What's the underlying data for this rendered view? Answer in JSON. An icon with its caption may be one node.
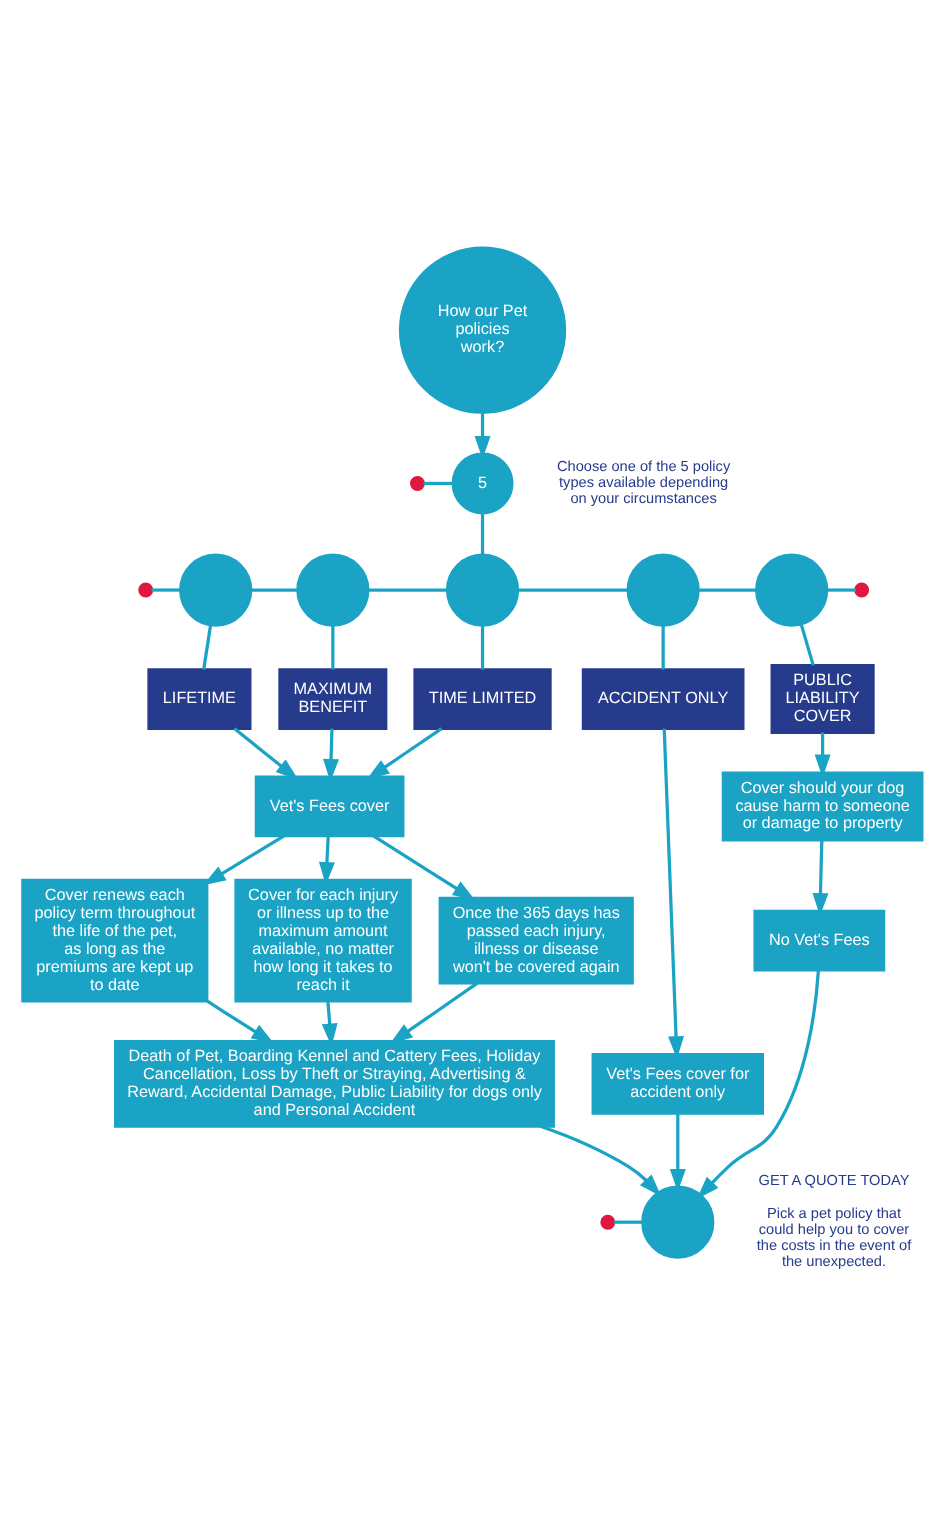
{
  "diagram": {
    "nodes": [
      {
        "text": [
          "How our Pet policies work?"
        ]
      },
      {
        "text": [
          "5"
        ],
        "beside": [
          "Choose one of the 5 policy types available depending on your circumstances"
        ]
      },
      {
        "text": [],
        "shape": "circle"
      },
      {
        "text": [],
        "shape": "circle"
      },
      {
        "text": [],
        "shape": "circle"
      },
      {
        "text": [],
        "shape": "circle"
      },
      {
        "text": [],
        "shape": "circle"
      },
      {
        "text": [
          "LIFETIME"
        ]
      },
      {
        "text": [
          "MAXIMUM BENEFIT"
        ]
      },
      {
        "text": [
          "TIME LIMITED"
        ]
      },
      {
        "text": [
          "ACCIDENT ONLY"
        ]
      },
      {
        "text": [
          "PUBLIC LIABILITY COVER"
        ]
      },
      {
        "text": [
          "Vet's Fees cover"
        ]
      },
      {
        "text": [
          "Vet's Fees cover for accident only"
        ]
      },
      {
        "text": [
          "Cover should your dog cause harm to someone or damage to property"
        ]
      },
      {
        "text": [
          "Cover renews each policy term throughout the life of the pet, as long as the premiums are kept up to date"
        ]
      },
      {
        "text": [
          "Cover for each injury or illness up to the maximum amount available, no matter how long it takes to reach it"
        ]
      },
      {
        "text": [
          "Once the 365 days has passed each injury, illness or disease won't be covered again"
        ]
      },
      {
        "text": [
          "No Vet's Fees"
        ]
      },
      {
        "text": [
          "Death of Pet, Boarding Kennel and Cattery Fees, Holiday Cancellation, Loss by Theft or Straying, Advertising & Reward, Accidental Damage, Public Liability for dogs only and Personal Accident"
        ]
      },
      {
        "text": [],
        "shape": "circle",
        "beside": [
          "GET A QUOTE TODAY",
          "Pick a pet policy that could help you to cover the costs in the event of the unexpected."
        ]
      }
    ],
    "edges": [
      {
        "from": 0,
        "to": 1,
        "arrow": "to"
      },
      {
        "from": null,
        "to": 1,
        "arrow": "none"
      },
      {
        "from": 1,
        "to": 4,
        "arrow": "none"
      },
      {
        "from": null,
        "to": 2,
        "arrow": "none"
      },
      {
        "from": 2,
        "to": 3,
        "arrow": "none"
      },
      {
        "from": 3,
        "to": 4,
        "arrow": "none"
      },
      {
        "from": 4,
        "to": 5,
        "arrow": "none"
      },
      {
        "from": 5,
        "to": 6,
        "arrow": "none"
      },
      {
        "from": 6,
        "to": null,
        "arrow": "none"
      },
      {
        "from": 2,
        "to": 7,
        "arrow": "none"
      },
      {
        "from": 3,
        "to": 8,
        "arrow": "none"
      },
      {
        "from": 4,
        "to": 9,
        "arrow": "none"
      },
      {
        "from": 5,
        "to": 10,
        "arrow": "none"
      },
      {
        "from": 6,
        "to": 11,
        "arrow": "none"
      },
      {
        "from": 7,
        "to": 12,
        "arrow": "to"
      },
      {
        "from": 8,
        "to": 12,
        "arrow": "to"
      },
      {
        "from": 9,
        "to": 12,
        "arrow": "to"
      },
      {
        "from": 10,
        "to": 13,
        "arrow": "to"
      },
      {
        "from": 11,
        "to": 14,
        "arrow": "to"
      },
      {
        "from": 12,
        "to": 15,
        "arrow": "to"
      },
      {
        "from": 12,
        "to": 16,
        "arrow": "to"
      },
      {
        "from": 12,
        "to": 17,
        "arrow": "to"
      },
      {
        "from": 14,
        "to": 18,
        "arrow": "to"
      },
      {
        "from": 15,
        "to": 19,
        "arrow": "to"
      },
      {
        "from": 16,
        "to": 19,
        "arrow": "to"
      },
      {
        "from": 17,
        "to": 19,
        "arrow": "to"
      },
      {
        "from": 19,
        "to": 20,
        "arrow": "to"
      },
      {
        "from": 13,
        "to": 20,
        "arrow": "to"
      },
      {
        "from": 18,
        "to": 20,
        "arrow": "to"
      },
      {
        "from": null,
        "to": 20,
        "arrow": "none"
      }
    ]
  }
}
